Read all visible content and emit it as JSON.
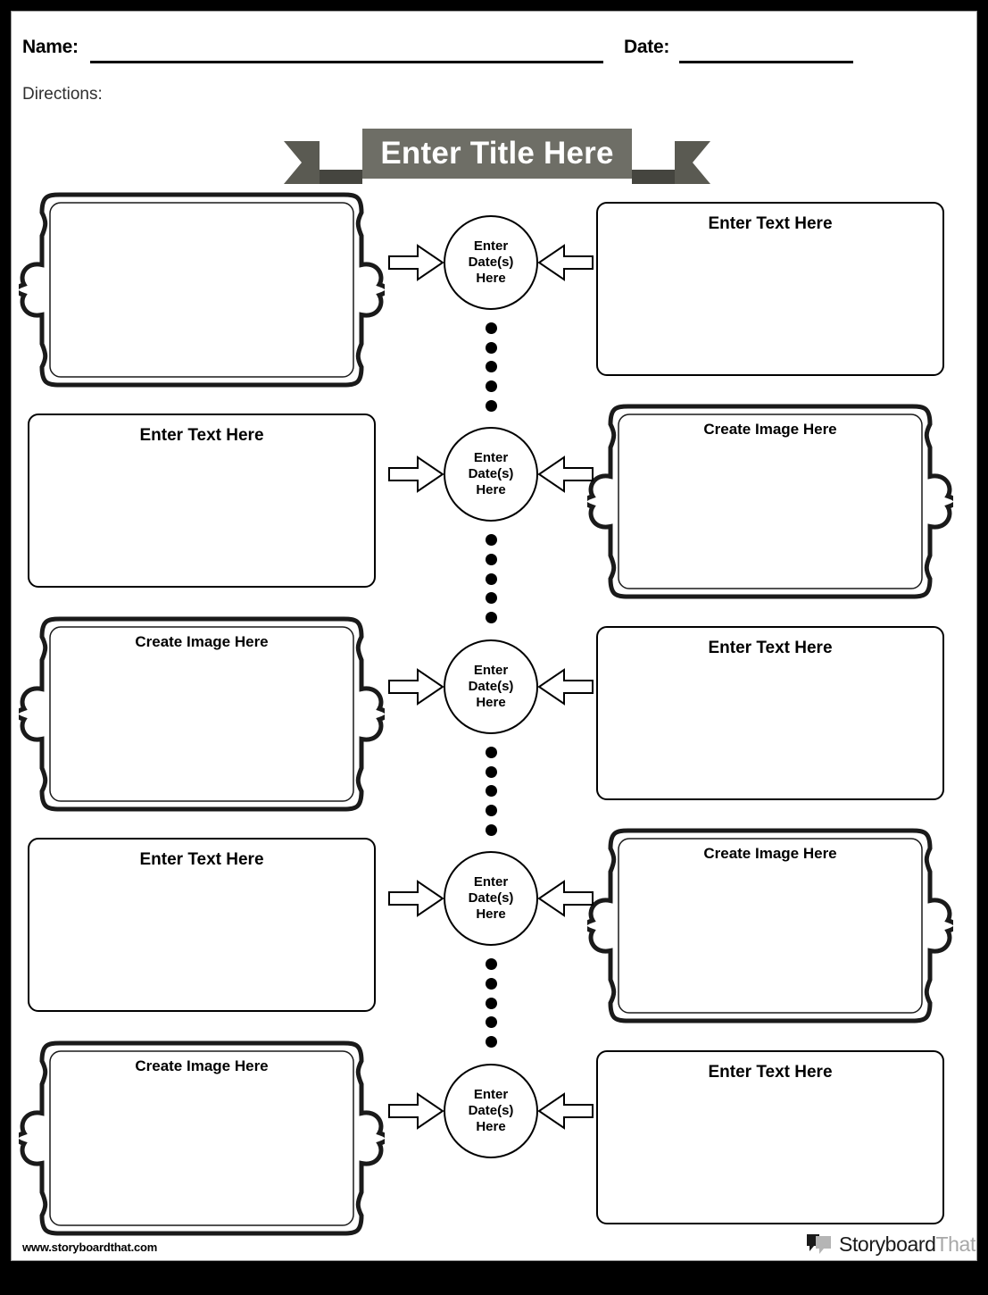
{
  "page": {
    "name_label": "Name:",
    "date_label": "Date:",
    "directions_label": "Directions:",
    "title": "Enter Title Here",
    "border_color": "#000000",
    "ribbon_face_color": "#6e6e66",
    "ribbon_tail_color": "#5a5a52",
    "ribbon_text_color": "#ffffff"
  },
  "rows": [
    {
      "left": {
        "type": "image-frame",
        "label": ""
      },
      "circle": {
        "line1": "Enter",
        "line2": "Date(s)",
        "line3": "Here"
      },
      "right": {
        "type": "text-box",
        "label": "Enter Text Here"
      }
    },
    {
      "left": {
        "type": "text-box",
        "label": "Enter Text Here"
      },
      "circle": {
        "line1": "Enter",
        "line2": "Date(s)",
        "line3": "Here"
      },
      "right": {
        "type": "image-frame",
        "label": "Create Image Here"
      }
    },
    {
      "left": {
        "type": "image-frame",
        "label": "Create Image Here"
      },
      "circle": {
        "line1": "Enter",
        "line2": "Date(s)",
        "line3": "Here"
      },
      "right": {
        "type": "text-box",
        "label": "Enter Text Here"
      }
    },
    {
      "left": {
        "type": "text-box",
        "label": "Enter Text Here"
      },
      "circle": {
        "line1": "Enter",
        "line2": "Date(s)",
        "line3": "Here"
      },
      "right": {
        "type": "image-frame",
        "label": "Create Image Here"
      }
    },
    {
      "left": {
        "type": "image-frame",
        "label": "Create Image Here"
      },
      "circle": {
        "line1": "Enter",
        "line2": "Date(s)",
        "line3": "Here"
      },
      "right": {
        "type": "text-box",
        "label": "Enter Text Here"
      }
    }
  ],
  "connector": {
    "dot_count": 5,
    "dot_color": "#000000"
  },
  "footer": {
    "url": "www.storyboardthat.com",
    "brand_primary": "Storyboard",
    "brand_secondary": "That"
  }
}
